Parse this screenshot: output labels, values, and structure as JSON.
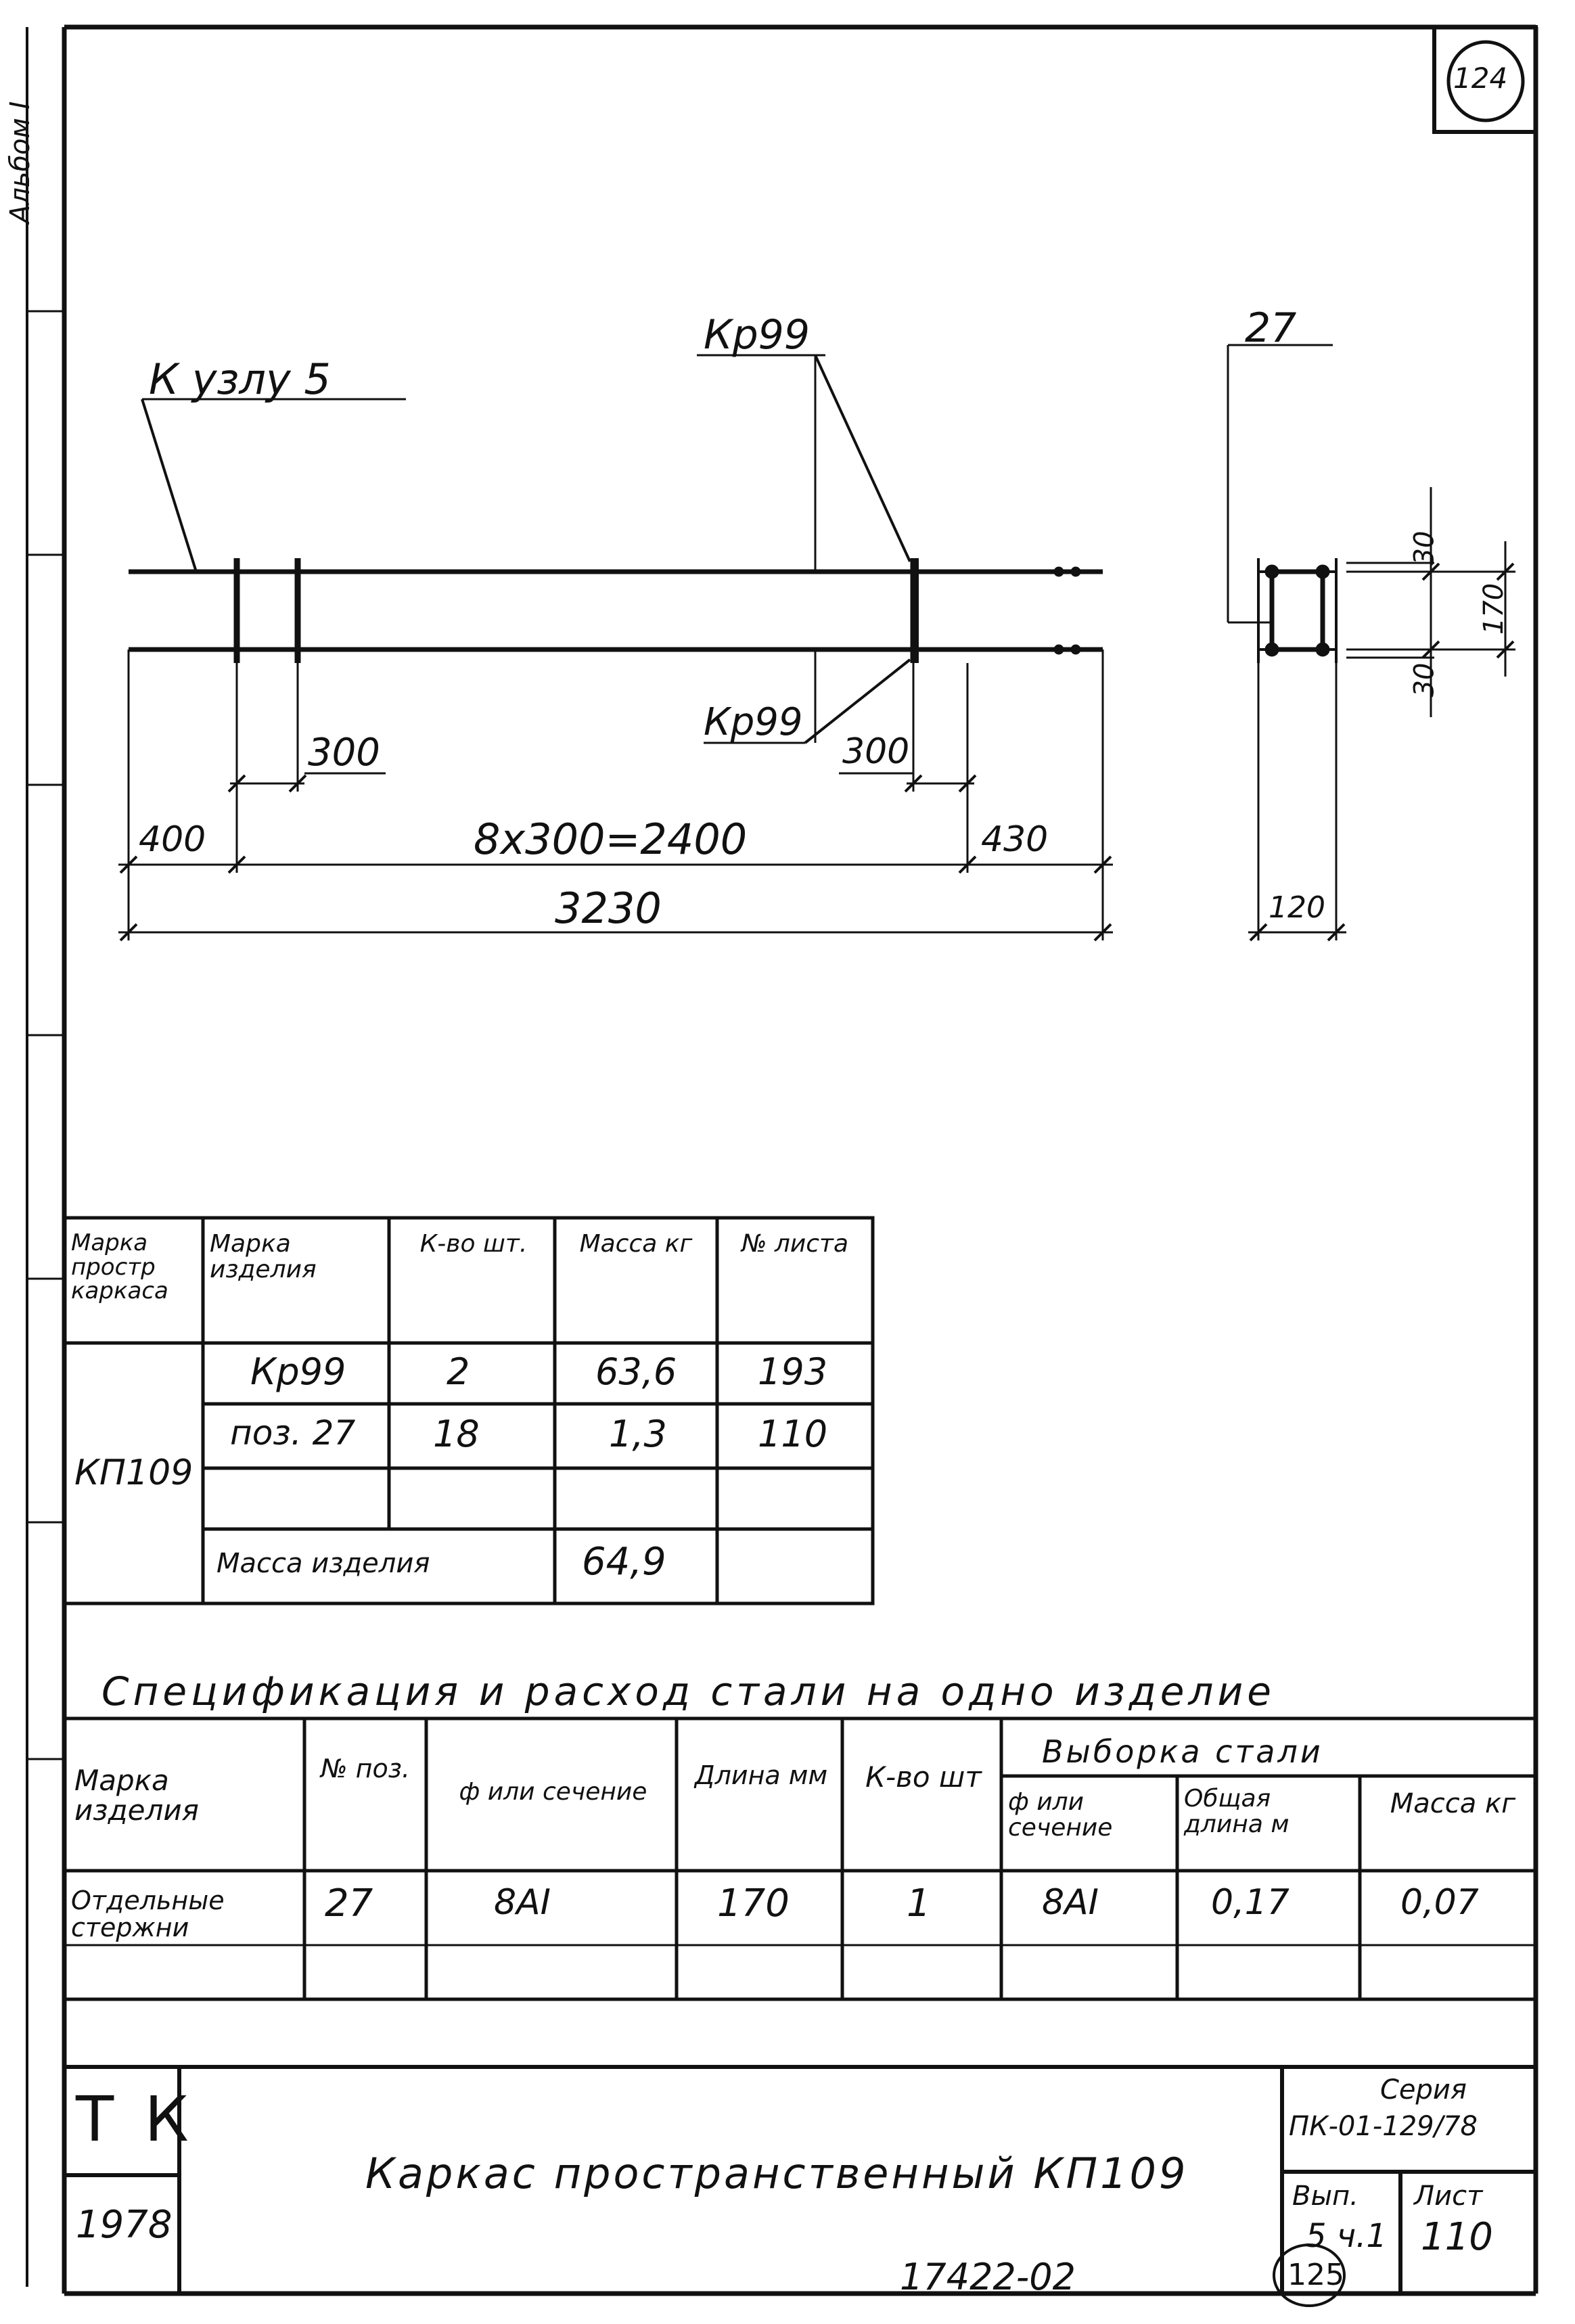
{
  "sheet": {
    "corner_number": "124",
    "binder_labels": [
      "Альбом I"
    ]
  },
  "drawing": {
    "callout_node": "К узлу 5",
    "callout_kr_top": "Кр99",
    "callout_kr_bottom": "Кр99",
    "section_pos": "27",
    "dims": {
      "d300_left": "300",
      "d300_right": "300",
      "d400": "400",
      "d_mid": "8х300=2400",
      "d430": "430",
      "d_total": "3230",
      "s30_top": "30",
      "s170": "170",
      "s30_bot": "30",
      "s120": "120"
    }
  },
  "composition_table": {
    "headers": [
      "Марка простр каркаса",
      "Марка изделия",
      "К-во шт.",
      "Масса кг",
      "№ листа"
    ],
    "frame_mark": "КП109",
    "rows": [
      {
        "item": "Кр99",
        "qty": "2",
        "mass": "63,6",
        "sheet": "193"
      },
      {
        "item": "поз. 27",
        "qty": "18",
        "mass": "1,3",
        "sheet": "110"
      }
    ],
    "total_label": "Масса изделия",
    "total_value": "64,9"
  },
  "spec_title": "Спецификация и расход стали на одно изделие",
  "spec_table": {
    "h_mark": "Марка изделия",
    "h_pos": "№ поз.",
    "h_diam": "ф или сечение",
    "h_len": "Длина мм",
    "h_qty": "К-во шт",
    "h_group": "Выборка стали",
    "h_sel_diam": "ф или сечение",
    "h_sel_len": "Общая длина м",
    "h_sel_mass": "Масса кг",
    "row": {
      "mark": "Отдельные стержни",
      "pos": "27",
      "diam": "8AI",
      "len": "170",
      "qty": "1",
      "sel_diam": "8AI",
      "sel_len": "0,17",
      "sel_mass": "0,07"
    }
  },
  "title_block": {
    "tk": "Т К",
    "year": "1978",
    "title": "Каркас пространственный КП109",
    "series_label": "Серия",
    "series_value": "ПК-01-129/78",
    "issue_label": "Вып.",
    "issue_value": "5 ч.1",
    "sheet_label": "Лист",
    "sheet_value": "110"
  },
  "footer": {
    "doc_number": "17422-02",
    "page_circle": "125"
  }
}
